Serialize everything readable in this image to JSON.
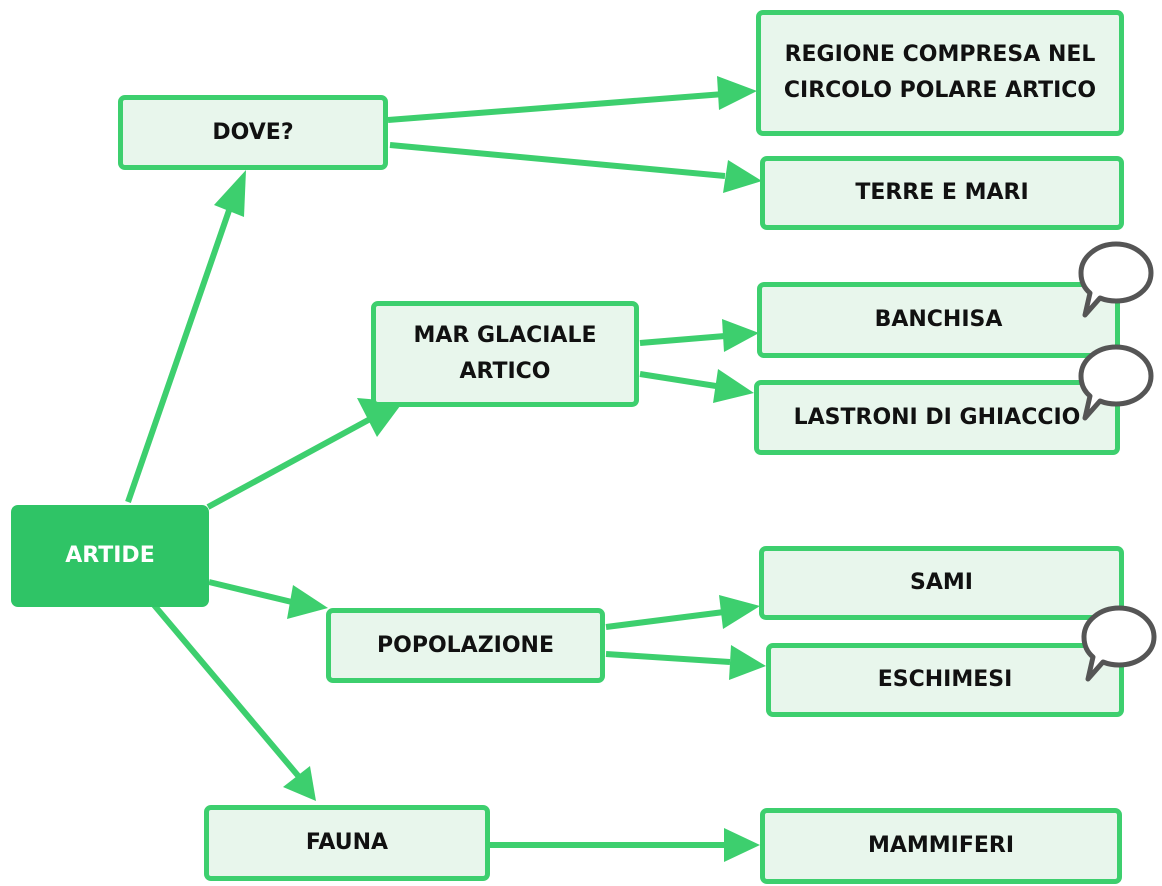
{
  "diagram": {
    "root": {
      "label": "ARTIDE"
    },
    "branches": [
      {
        "label": "DOVE?",
        "children": [
          "REGIONE COMPRESA NEL CIRCOLO POLARE ARTICO",
          "TERRE E MARI"
        ]
      },
      {
        "label": "MAR GLACIALE ARTICO",
        "children": [
          "BANCHISA",
          "LASTRONI DI GHIACCIO"
        ]
      },
      {
        "label": "POPOLAZIONE",
        "children": [
          "SAMI",
          "ESCHIMESI"
        ]
      },
      {
        "label": "FAUNA",
        "children": [
          "MAMMIFERI"
        ]
      }
    ],
    "comment_icon": "speech-bubble-icon",
    "nodes_with_comments": [
      "BANCHISA",
      "LASTRONI DI GHIACCIO",
      "ESCHIMESI"
    ]
  },
  "colors": {
    "accent": "#3dcf6e",
    "root_fill": "#2fc466",
    "node_fill": "#e8f6ec",
    "text": "#111111",
    "bubble_stroke": "#555555"
  }
}
